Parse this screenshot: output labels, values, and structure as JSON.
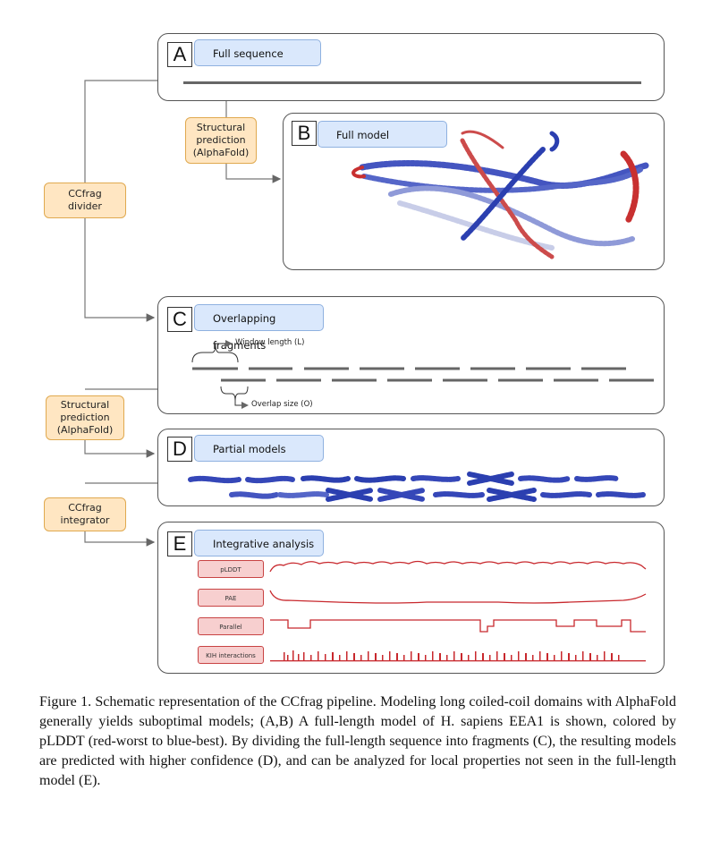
{
  "panels": {
    "a": {
      "letter": "A",
      "title": "Full sequence"
    },
    "b": {
      "letter": "B",
      "title": "Full model"
    },
    "c": {
      "letter": "C",
      "title": "Overlapping fragments",
      "window_label": "Window length (L)",
      "overlap_label": "Overlap size (O)"
    },
    "d": {
      "letter": "D",
      "title": "Partial models"
    },
    "e": {
      "letter": "E",
      "title": "Integrative analysis",
      "tracks": [
        "pLDDT",
        "PAE",
        "Parallel",
        "KIH interactions"
      ]
    }
  },
  "steps": {
    "pred1": "Structural prediction (AlphaFold)",
    "divider": "CCfrag divider",
    "pred2": "Structural prediction (AlphaFold)",
    "integrator": "CCfrag integrator"
  },
  "caption": "Figure 1. Schematic representation of the CCfrag pipeline. Modeling long coiled-coil domains with AlphaFold generally yields suboptimal models; (A,B) A full-length model of H. sapiens EEA1 is shown, colored by pLDDT (red-worst to blue-best). By dividing the full-length sequence into fragments (C), the resulting models are predicted with higher confidence (D), and can be analyzed for local properties not seen in the full-length model (E).",
  "colors": {
    "panel_title_bg": "#dae8fc",
    "step_bg": "#ffe6c2",
    "track_red": "#c8282d",
    "model_blue": "#2b3fb0"
  }
}
